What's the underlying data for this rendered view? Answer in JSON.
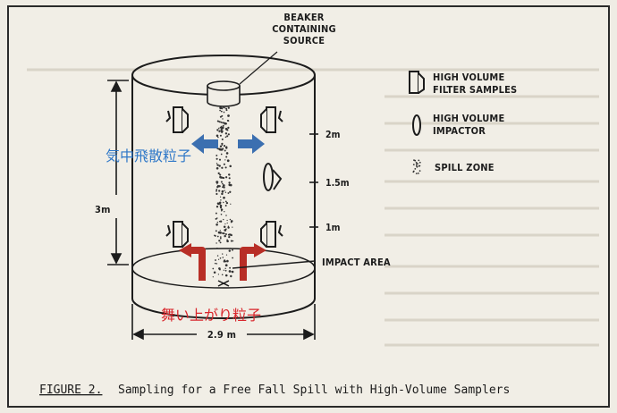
{
  "labels": {
    "beaker_line1": "BEAKER",
    "beaker_line2": "CONTAINING",
    "beaker_line3": "SOURCE",
    "height": "3m",
    "tick_2m": "2m",
    "tick_15m": "1.5m",
    "tick_1m": "1m",
    "impact_area": "IMPACT AREA",
    "width": "2.9 m"
  },
  "legend": {
    "filter_line1": "HIGH VOLUME",
    "filter_line2": "FILTER SAMPLES",
    "impactor_line1": "HIGH VOLUME",
    "impactor_line2": "IMPACTOR",
    "spill": "SPILL ZONE"
  },
  "annotations": {
    "airborne": "気中飛散粒子",
    "resuspended": "舞い上がり粒子"
  },
  "caption": {
    "number": "FIGURE 2.",
    "text": "Sampling for a Free Fall Spill with High-Volume Samplers"
  },
  "colors": {
    "blue_arrow": "#3b6fb0",
    "red_arrow": "#b82e26",
    "blue_text": "#2f78c8",
    "red_text": "#d9262c"
  }
}
